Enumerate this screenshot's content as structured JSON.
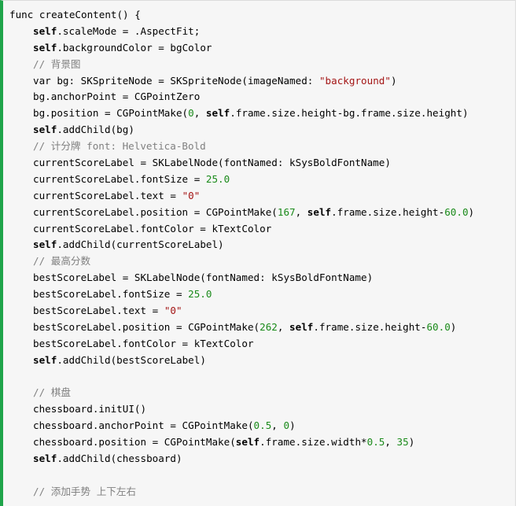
{
  "code": {
    "lines": [
      {
        "indent": 0,
        "tokens": [
          {
            "t": "plain",
            "v": "func createContent() {"
          }
        ]
      },
      {
        "indent": 1,
        "tokens": [
          {
            "t": "kw",
            "v": "self"
          },
          {
            "t": "plain",
            "v": ".scaleMode = .AspectFit;"
          }
        ]
      },
      {
        "indent": 1,
        "tokens": [
          {
            "t": "kw",
            "v": "self"
          },
          {
            "t": "plain",
            "v": ".backgroundColor = bgColor"
          }
        ]
      },
      {
        "indent": 1,
        "tokens": [
          {
            "t": "comment",
            "v": "// 背景图"
          }
        ]
      },
      {
        "indent": 1,
        "tokens": [
          {
            "t": "plain",
            "v": "var bg: SKSpriteNode = SKSpriteNode(imageNamed: "
          },
          {
            "t": "str",
            "v": "\"background\""
          },
          {
            "t": "plain",
            "v": ")"
          }
        ]
      },
      {
        "indent": 1,
        "tokens": [
          {
            "t": "plain",
            "v": "bg.anchorPoint = CGPointZero"
          }
        ]
      },
      {
        "indent": 1,
        "tokens": [
          {
            "t": "plain",
            "v": "bg.position = CGPointMake("
          },
          {
            "t": "num",
            "v": "0"
          },
          {
            "t": "plain",
            "v": ", "
          },
          {
            "t": "kw",
            "v": "self"
          },
          {
            "t": "plain",
            "v": ".frame.size.height-bg.frame.size.height)"
          }
        ]
      },
      {
        "indent": 1,
        "tokens": [
          {
            "t": "kw",
            "v": "self"
          },
          {
            "t": "plain",
            "v": ".addChild(bg)"
          }
        ]
      },
      {
        "indent": 1,
        "tokens": [
          {
            "t": "comment",
            "v": "// 计分牌 font: Helvetica-Bold"
          }
        ]
      },
      {
        "indent": 1,
        "tokens": [
          {
            "t": "plain",
            "v": "currentScoreLabel = SKLabelNode(fontNamed: kSysBoldFontName)"
          }
        ]
      },
      {
        "indent": 1,
        "tokens": [
          {
            "t": "plain",
            "v": "currentScoreLabel.fontSize = "
          },
          {
            "t": "num",
            "v": "25.0"
          }
        ]
      },
      {
        "indent": 1,
        "tokens": [
          {
            "t": "plain",
            "v": "currentScoreLabel.text = "
          },
          {
            "t": "str",
            "v": "\"0\""
          }
        ]
      },
      {
        "indent": 1,
        "tokens": [
          {
            "t": "plain",
            "v": "currentScoreLabel.position = CGPointMake("
          },
          {
            "t": "num",
            "v": "167"
          },
          {
            "t": "plain",
            "v": ", "
          },
          {
            "t": "kw",
            "v": "self"
          },
          {
            "t": "plain",
            "v": ".frame.size.height-"
          },
          {
            "t": "num",
            "v": "60.0"
          },
          {
            "t": "plain",
            "v": ")"
          }
        ]
      },
      {
        "indent": 1,
        "tokens": [
          {
            "t": "plain",
            "v": "currentScoreLabel.fontColor = kTextColor"
          }
        ]
      },
      {
        "indent": 1,
        "tokens": [
          {
            "t": "kw",
            "v": "self"
          },
          {
            "t": "plain",
            "v": ".addChild(currentScoreLabel)"
          }
        ]
      },
      {
        "indent": 1,
        "tokens": [
          {
            "t": "comment",
            "v": "// 最高分数"
          }
        ]
      },
      {
        "indent": 1,
        "tokens": [
          {
            "t": "plain",
            "v": "bestScoreLabel = SKLabelNode(fontNamed: kSysBoldFontName)"
          }
        ]
      },
      {
        "indent": 1,
        "tokens": [
          {
            "t": "plain",
            "v": "bestScoreLabel.fontSize = "
          },
          {
            "t": "num",
            "v": "25.0"
          }
        ]
      },
      {
        "indent": 1,
        "tokens": [
          {
            "t": "plain",
            "v": "bestScoreLabel.text = "
          },
          {
            "t": "str",
            "v": "\"0\""
          }
        ]
      },
      {
        "indent": 1,
        "tokens": [
          {
            "t": "plain",
            "v": "bestScoreLabel.position = CGPointMake("
          },
          {
            "t": "num",
            "v": "262"
          },
          {
            "t": "plain",
            "v": ", "
          },
          {
            "t": "kw",
            "v": "self"
          },
          {
            "t": "plain",
            "v": ".frame.size.height-"
          },
          {
            "t": "num",
            "v": "60.0"
          },
          {
            "t": "plain",
            "v": ")"
          }
        ]
      },
      {
        "indent": 1,
        "tokens": [
          {
            "t": "plain",
            "v": "bestScoreLabel.fontColor = kTextColor"
          }
        ]
      },
      {
        "indent": 1,
        "tokens": [
          {
            "t": "kw",
            "v": "self"
          },
          {
            "t": "plain",
            "v": ".addChild(bestScoreLabel)"
          }
        ]
      },
      {
        "indent": 1,
        "tokens": []
      },
      {
        "indent": 1,
        "tokens": [
          {
            "t": "comment",
            "v": "// 棋盘"
          }
        ]
      },
      {
        "indent": 1,
        "tokens": [
          {
            "t": "plain",
            "v": "chessboard.initUI()"
          }
        ]
      },
      {
        "indent": 1,
        "tokens": [
          {
            "t": "plain",
            "v": "chessboard.anchorPoint = CGPointMake("
          },
          {
            "t": "num",
            "v": "0.5"
          },
          {
            "t": "plain",
            "v": ", "
          },
          {
            "t": "num",
            "v": "0"
          },
          {
            "t": "plain",
            "v": ")"
          }
        ]
      },
      {
        "indent": 1,
        "tokens": [
          {
            "t": "plain",
            "v": "chessboard.position = CGPointMake("
          },
          {
            "t": "kw",
            "v": "self"
          },
          {
            "t": "plain",
            "v": ".frame.size.width*"
          },
          {
            "t": "num",
            "v": "0.5"
          },
          {
            "t": "plain",
            "v": ", "
          },
          {
            "t": "num",
            "v": "35"
          },
          {
            "t": "plain",
            "v": ")"
          }
        ]
      },
      {
        "indent": 1,
        "tokens": [
          {
            "t": "kw",
            "v": "self"
          },
          {
            "t": "plain",
            "v": ".addChild(chessboard)"
          }
        ]
      },
      {
        "indent": 1,
        "tokens": []
      },
      {
        "indent": 1,
        "tokens": [
          {
            "t": "comment",
            "v": "// 添加手势 上下左右"
          }
        ]
      }
    ]
  },
  "colors": {
    "accent_bar": "#1fa44a",
    "keyword": "#000000",
    "number": "#1a8a1a",
    "string": "#a31515",
    "comment": "#808080",
    "background": "#f6f6f6"
  }
}
